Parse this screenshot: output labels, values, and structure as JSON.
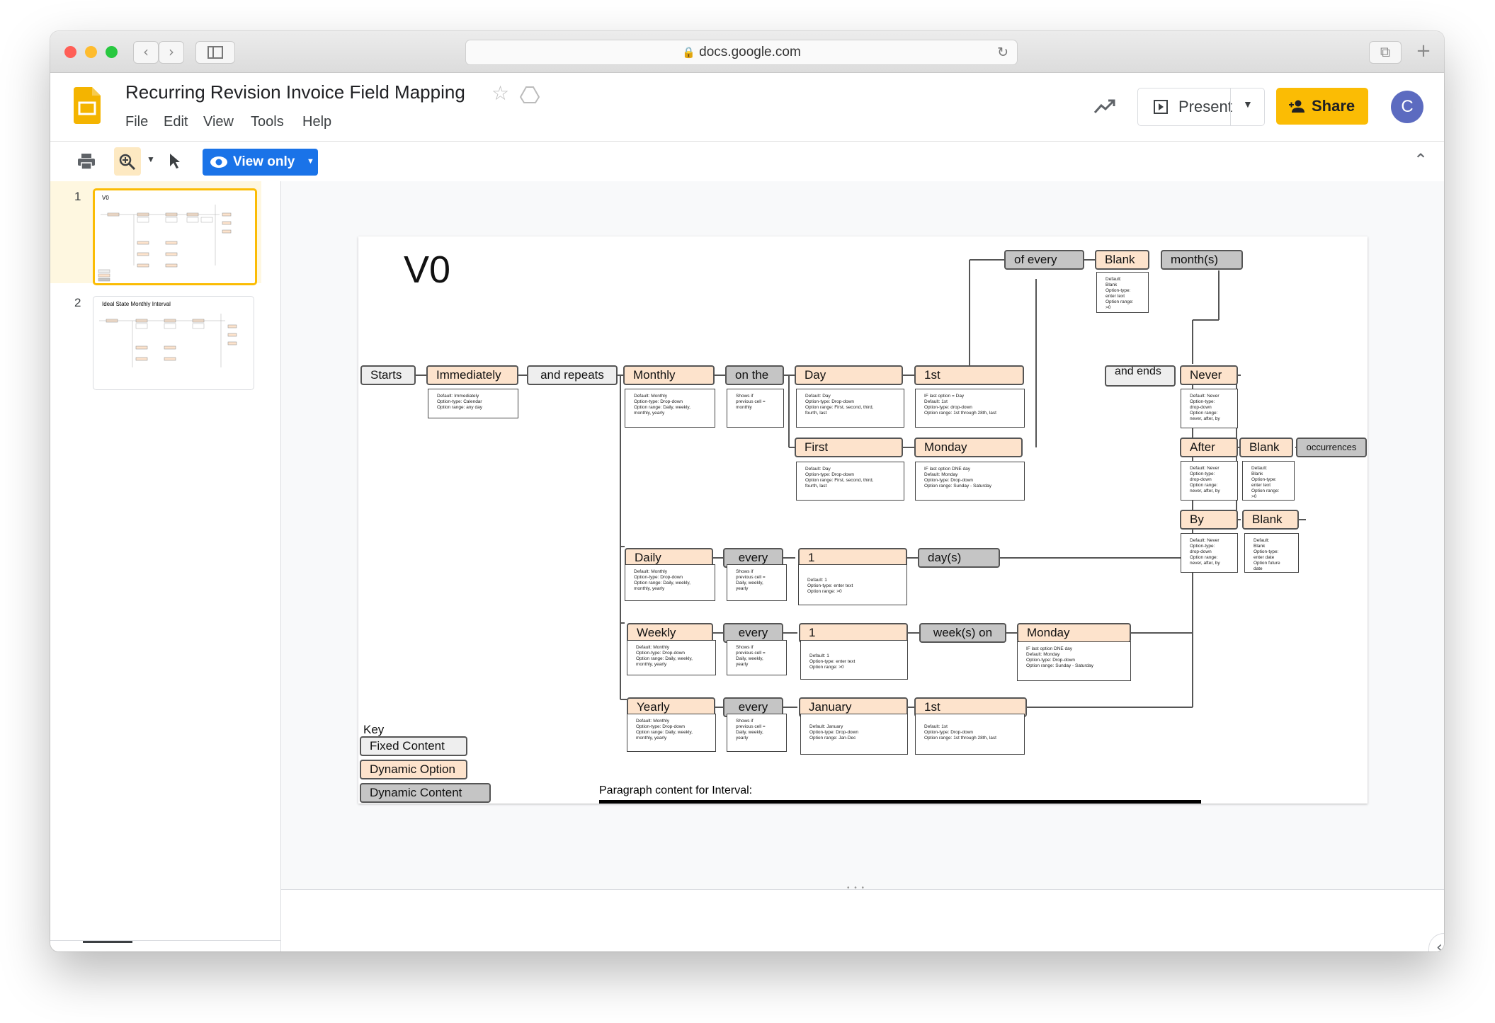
{
  "browser": {
    "url": "docs.google.com"
  },
  "doc": {
    "title": "Recurring Revision Invoice Field Mapping",
    "menu": [
      "File",
      "Edit",
      "View",
      "Tools",
      "Help"
    ],
    "present_label": "Present",
    "share_label": "Share",
    "avatar_letter": "C",
    "view_only_label": "View only"
  },
  "filmstrip": {
    "slides": [
      {
        "number": "1",
        "title": "V0"
      },
      {
        "number": "2",
        "title": "Ideal State Monthly Interval"
      }
    ]
  },
  "slide": {
    "title": "V0",
    "boxes": {
      "starts": "Starts",
      "immediately": "Immediately",
      "and_repeats": "and repeats",
      "monthly": "Monthly",
      "on_the": "on the",
      "day": "Day",
      "first_ord": "1st",
      "of_every": "of every",
      "blank_month": "Blank",
      "months": "month(s)",
      "first": "First",
      "monday_m": "Monday",
      "and_ends": "and ends",
      "never": "Never",
      "after": "After",
      "blank_after": "Blank",
      "occurrences": "occurrences",
      "by": "By",
      "blank_by": "Blank",
      "daily": "Daily",
      "every_d": "every",
      "one_d": "1",
      "days": "day(s)",
      "weekly": "Weekly",
      "every_w": "every",
      "one_w": "1",
      "weeks_on": "week(s) on",
      "monday_w": "Monday",
      "yearly": "Yearly",
      "every_y": "every",
      "january": "January",
      "first_y": "1st"
    },
    "notes": {
      "immediately": "Default: Immediately\nOption-type: Calendar\nOption range: any day",
      "monthly": "Default: Monthly\nOption-type: Drop-down\nOption range: Daily, weekly,\nmonthly, yearly",
      "on_the": "Shows if\nprevious cell =\nmonthly",
      "day": "Default: Day\nOption-type: Drop-down\nOption range: First, second, third,\nfourth, last",
      "first_ord": "IF last option = Day\nDefault: 1st\nOption-type: drop-down\nOption range: 1st through 28th, last",
      "blank_month": "Default:\nBlank\nOption-type:\nenter text\nOption range:\n>0",
      "first": "Default: Day\nOption-type: Drop-down\nOption range: First, second, third,\nfourth, last",
      "monday_m": "IF last option DNE day\nDefault: Monday\nOption-type: Drop-down\nOption range: Sunday - Saturday",
      "never": "Default: Never\nOption-type:\ndrop-down\nOption range:\nnever, after, by",
      "after": "Default: Never\nOption-type:\ndrop-down\nOption range:\nnever, after, by",
      "blank_after": "Default:\nBlank\nOption-type:\nenter text\nOption range:\n>0",
      "by": "Default: Never\nOption-type:\ndrop-down\nOption range:\nnever, after, by",
      "blank_by": "Default:\nBlank\nOption-type:\nenter date\nOption future\ndate",
      "daily": "Default: Monthly\nOption-type: Drop-down\nOption range: Daily, weekly,\nmonthly, yearly",
      "every_d": "Shows if\nprevious cell =\nDaily, weekly,\nyearly",
      "one_d": "Default: 1\nOption-type: enter text\nOption range: >0",
      "weekly": "Default: Monthly\nOption-type: Drop-down\nOption range: Daily, weekly,\nmonthly, yearly",
      "every_w": "Shows if\nprevious cell =\nDaily, weekly,\nyearly",
      "one_w": "Default: 1\nOption-type: enter text\nOption range: >0",
      "monday_w": "IF last option DNE day\nDefault: Monday\nOption-type: Drop-down\nOption range: Sunday - Saturday",
      "yearly": "Default: Monthly\nOption-type: Drop-down\nOption range: Daily, weekly,\nmonthly, yearly",
      "every_y": "Shows if\nprevious cell =\nDaily, weekly,\nyearly",
      "january": "Default: January\nOption-type: Drop-down\nOption range: Jan-Dec",
      "first_y": "Default: 1st\nOption-type: Drop-down\nOption range: 1st through 28th, last"
    },
    "key": {
      "title": "Key",
      "fixed": "Fixed Content",
      "dyn_opt": "Dynamic Option",
      "dyn_content": "Dynamic Content"
    },
    "paragraph_label": "Paragraph content for Interval:"
  },
  "colors": {
    "fixed_content": "#eeeeee",
    "dynamic_option": "#fde3cc",
    "dynamic_content": "#c5c5c5",
    "view_only_button": "#1a73e8",
    "share_button": "#fbbc04",
    "selected_thumb_border": "#fbbc04"
  }
}
